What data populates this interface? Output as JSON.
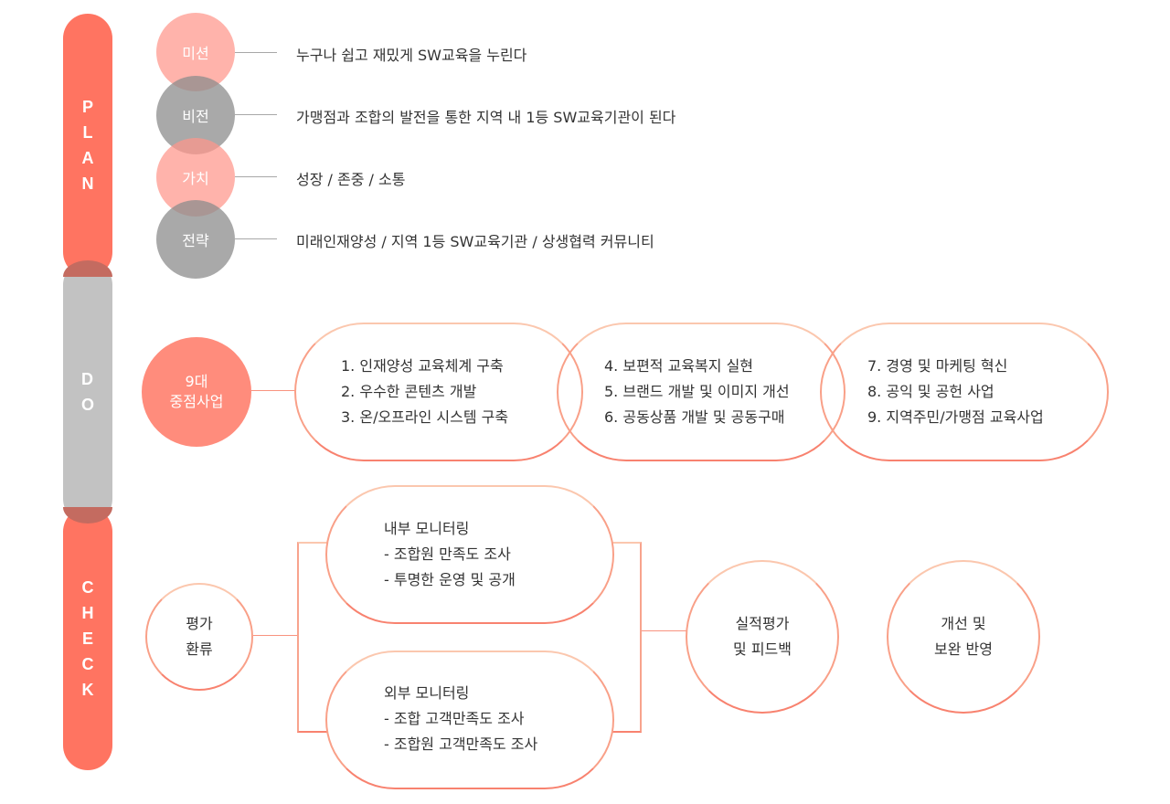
{
  "colors": {
    "accent_red": "#ff7461",
    "do_gray": "#c2c2c2",
    "plan_pink_circle": "#ffb0a6",
    "plan_gray_circle": "#a8a8a8",
    "do_circle": "#ff8c7c",
    "outline_top": "#fbc7ae",
    "outline_bottom": "#f8826f",
    "text": "#333333"
  },
  "phases": {
    "plan": {
      "letters": [
        "P",
        "L",
        "A",
        "N"
      ]
    },
    "do": {
      "letters": [
        "D",
        "O"
      ]
    },
    "check": {
      "letters": [
        "C",
        "H",
        "E",
        "C",
        "K"
      ]
    }
  },
  "plan": {
    "items": [
      {
        "label": "미션",
        "text": "누구나 쉽고 재밌게 SW교육을 누린다"
      },
      {
        "label": "비전",
        "text": "가맹점과 조합의 발전을 통한 지역 내 1등 SW교육기관이 된다"
      },
      {
        "label": "가치",
        "text": "성장 / 존중 / 소통"
      },
      {
        "label": "전략",
        "text": "미래인재양성 / 지역 1등 SW교육기관 / 상생협력 커뮤니티"
      }
    ]
  },
  "do": {
    "hub": {
      "line1": "9대",
      "line2": "중점사업"
    },
    "groups": [
      {
        "items": [
          "1. 인재양성 교육체계 구축",
          "2. 우수한 콘텐츠 개발",
          "3. 온/오프라인 시스템 구축"
        ]
      },
      {
        "items": [
          "4. 보편적 교육복지 실현",
          "5. 브랜드 개발 및 이미지 개선",
          "6. 공동상품 개발 및 공동구매"
        ]
      },
      {
        "items": [
          "7. 경영 및 마케팅 혁신",
          "8. 공익 및 공헌 사업",
          "9. 지역주민/가맹점 교육사업"
        ]
      }
    ]
  },
  "check": {
    "start": {
      "line1": "평가",
      "line2": "환류"
    },
    "monitoring": [
      {
        "title": "내부 모니터링",
        "items": [
          "- 조합원 만족도 조사",
          "- 투명한 운영 및 공개"
        ]
      },
      {
        "title": "외부 모니터링",
        "items": [
          "- 조합 고객만족도 조사",
          "- 조합원 고객만족도 조사"
        ]
      }
    ],
    "evaluation": {
      "line1": "실적평가",
      "line2": "및 피드백"
    },
    "improvement": {
      "line1": "개선 및",
      "line2": "보완 반영"
    }
  }
}
